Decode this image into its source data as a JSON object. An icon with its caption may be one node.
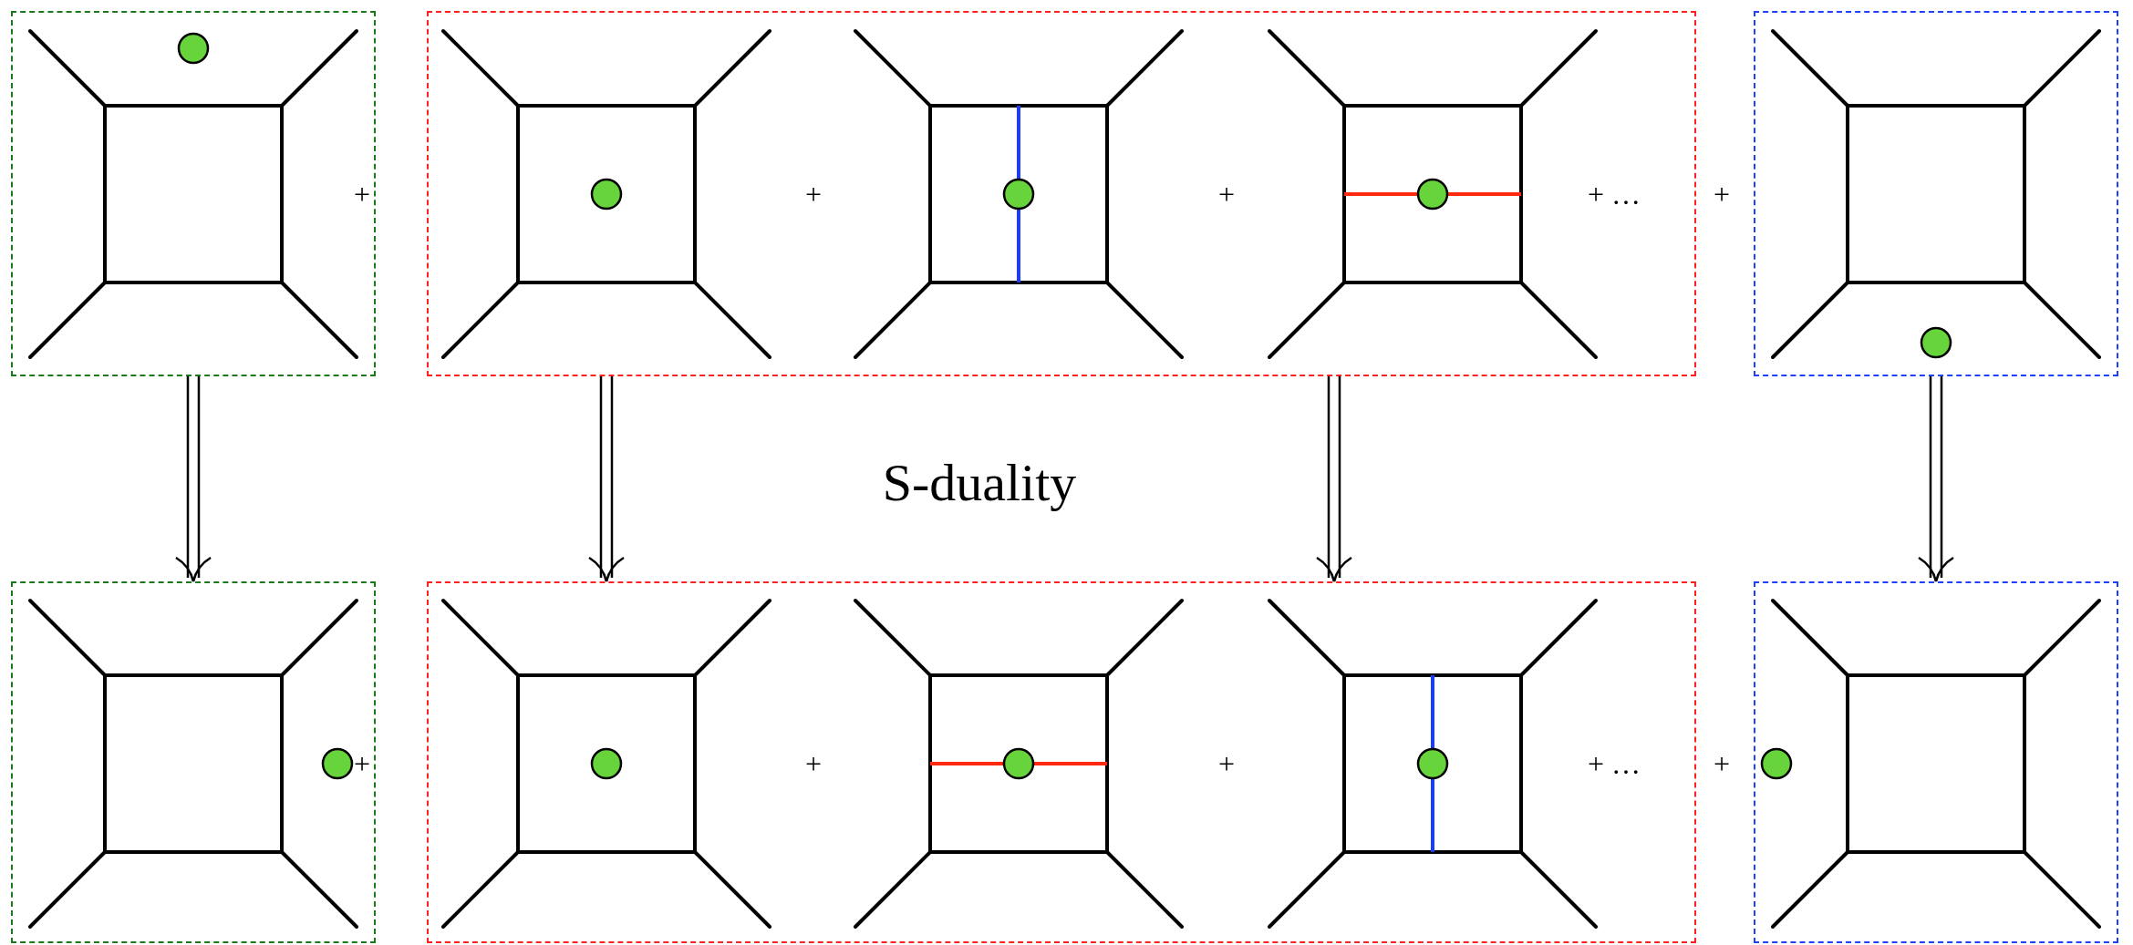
{
  "diagram": {
    "nodes": [
      {
        "text": [],
        "shape": "box"
      },
      {
        "text": [],
        "shape": "box"
      },
      {
        "text": [],
        "shape": "box"
      },
      {
        "text": [],
        "shape": "box"
      },
      {
        "text": [],
        "shape": "box"
      },
      {
        "text": [],
        "shape": "box"
      }
    ],
    "edges": [
      {
        "from": 0,
        "to": 3,
        "arrow": "to"
      },
      {
        "from": 1,
        "to": 4,
        "arrow": "to"
      },
      {
        "from": 1,
        "to": 4,
        "arrow": "to"
      },
      {
        "from": 2,
        "to": 5,
        "arrow": "to"
      }
    ],
    "labels": [
      "+",
      "+",
      "+",
      "+ …",
      "+",
      "S-duality",
      "+",
      "+",
      "+",
      "+ …",
      "+"
    ]
  }
}
